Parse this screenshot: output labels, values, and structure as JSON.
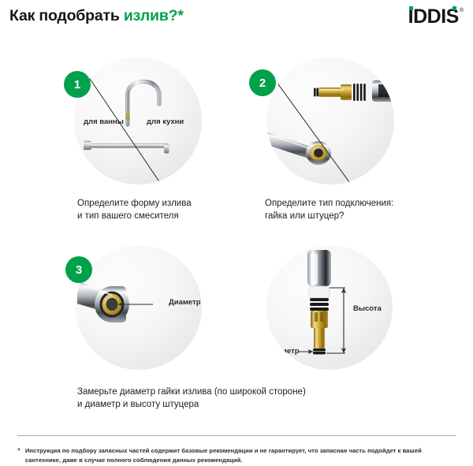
{
  "header": {
    "title_main": "Как подобрать ",
    "title_accent": "излив?*",
    "logo_text": "IDDIS",
    "logo_registered": "®"
  },
  "colors": {
    "brand_green": "#00a14b",
    "text_dark": "#1d1d1d",
    "disc_grey": "#f2f2f2",
    "rule_grey": "#a8a8a8",
    "chrome": "#c9ccd0",
    "brass": "#c8a227"
  },
  "steps": [
    {
      "number": "1",
      "caption": "Определите форму излива\nи тип вашего смесителя",
      "labels": [
        {
          "name": "bath-label",
          "text": "для ванны"
        },
        {
          "name": "kitchen-label",
          "text": "для кухни"
        }
      ],
      "illustration": "spout-shapes-split-disc"
    },
    {
      "number": "2",
      "caption": "Определите тип подключения:\nгайка или штуцер?",
      "labels": [],
      "illustration": "nut-vs-fitting-split-disc"
    },
    {
      "number": "3",
      "caption": "Замерьте диаметр гайки излива (по широкой стороне)\nи диаметр и высоту штуцера",
      "labels": [
        {
          "name": "diameter-label-nut",
          "text": "Диаметр"
        },
        {
          "name": "height-label-fitting",
          "text": "Высота"
        },
        {
          "name": "diameter-label-fitting",
          "text": "Диаметр"
        }
      ],
      "illustration": "measurement-discs"
    }
  ],
  "footer": {
    "mark": "*",
    "text": "Инструкция по подбору запасных частей содержит базовые рекомендации и не гарантирует, что запасная часть подойдет к вашей сантехнике, даже в случае полного соблюдения данных рекомендаций."
  }
}
